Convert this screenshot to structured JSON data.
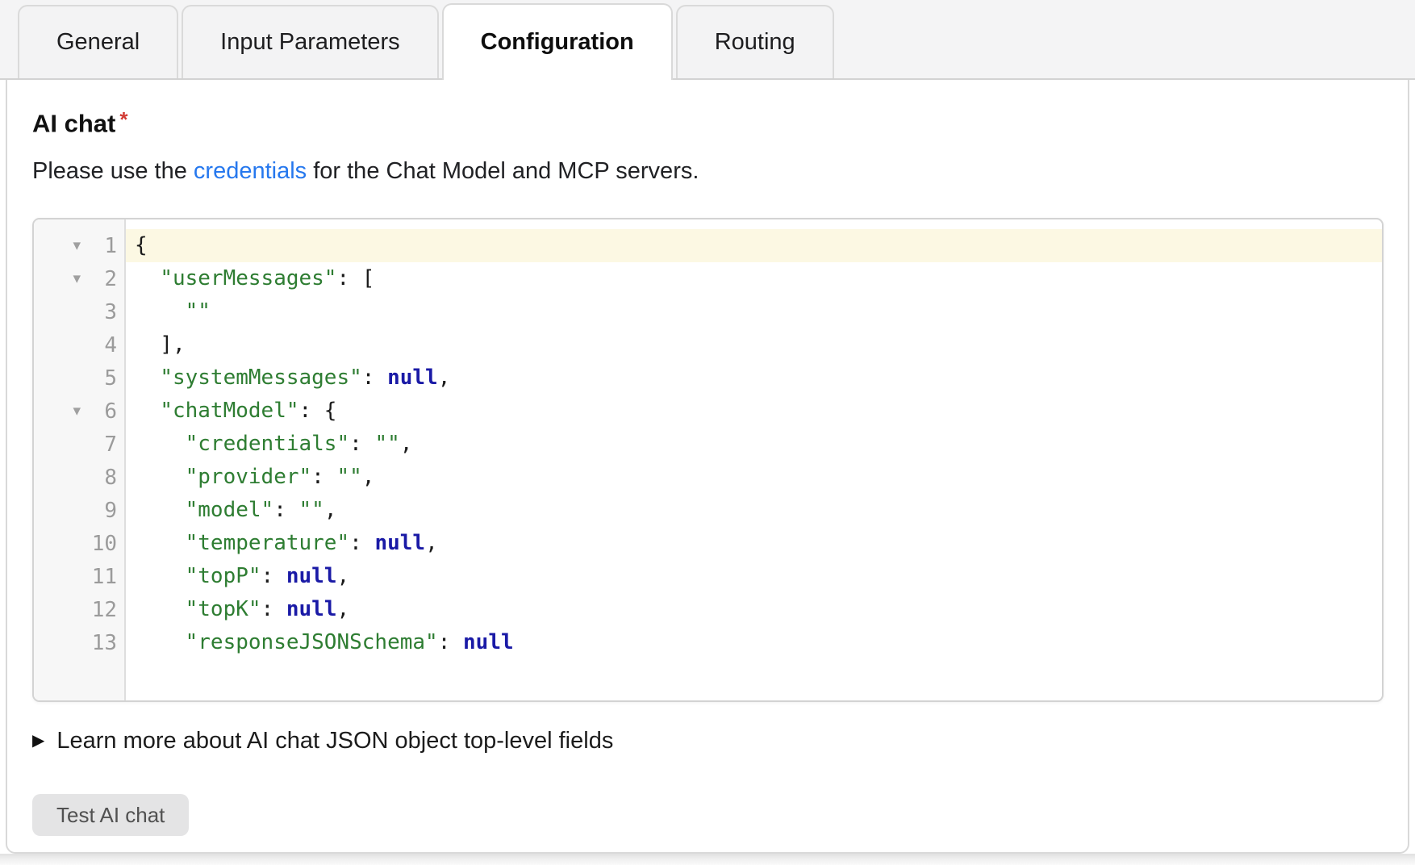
{
  "tabs": [
    {
      "label": "General",
      "active": false
    },
    {
      "label": "Input Parameters",
      "active": false
    },
    {
      "label": "Configuration",
      "active": true
    },
    {
      "label": "Routing",
      "active": false
    }
  ],
  "form": {
    "field_label": "AI chat",
    "required_marker": "*",
    "description": {
      "prefix": "Please use the ",
      "link_text": "credentials",
      "suffix": " for the Chat Model and MCP servers."
    },
    "learn_more_marker": "▶",
    "learn_more_label": "Learn more about AI chat JSON object top-level fields",
    "test_button_label": "Test AI chat"
  },
  "editor": {
    "fold_icon": "▾",
    "lines": [
      {
        "num": "1",
        "fold": true,
        "active": true,
        "tokens": [
          {
            "type": "punc",
            "text": "{"
          }
        ]
      },
      {
        "num": "2",
        "fold": true,
        "active": false,
        "tokens": [
          {
            "type": "punc",
            "text": "  "
          },
          {
            "type": "key",
            "text": "\"userMessages\""
          },
          {
            "type": "punc",
            "text": ": ["
          }
        ]
      },
      {
        "num": "3",
        "fold": false,
        "active": false,
        "tokens": [
          {
            "type": "punc",
            "text": "    "
          },
          {
            "type": "str",
            "text": "\"\""
          }
        ]
      },
      {
        "num": "4",
        "fold": false,
        "active": false,
        "tokens": [
          {
            "type": "punc",
            "text": "  ],"
          }
        ]
      },
      {
        "num": "5",
        "fold": false,
        "active": false,
        "tokens": [
          {
            "type": "punc",
            "text": "  "
          },
          {
            "type": "key",
            "text": "\"systemMessages\""
          },
          {
            "type": "punc",
            "text": ": "
          },
          {
            "type": "null",
            "text": "null"
          },
          {
            "type": "punc",
            "text": ","
          }
        ]
      },
      {
        "num": "6",
        "fold": true,
        "active": false,
        "tokens": [
          {
            "type": "punc",
            "text": "  "
          },
          {
            "type": "key",
            "text": "\"chatModel\""
          },
          {
            "type": "punc",
            "text": ": {"
          }
        ]
      },
      {
        "num": "7",
        "fold": false,
        "active": false,
        "tokens": [
          {
            "type": "punc",
            "text": "    "
          },
          {
            "type": "key",
            "text": "\"credentials\""
          },
          {
            "type": "punc",
            "text": ": "
          },
          {
            "type": "str",
            "text": "\"\""
          },
          {
            "type": "punc",
            "text": ","
          }
        ]
      },
      {
        "num": "8",
        "fold": false,
        "active": false,
        "tokens": [
          {
            "type": "punc",
            "text": "    "
          },
          {
            "type": "key",
            "text": "\"provider\""
          },
          {
            "type": "punc",
            "text": ": "
          },
          {
            "type": "str",
            "text": "\"\""
          },
          {
            "type": "punc",
            "text": ","
          }
        ]
      },
      {
        "num": "9",
        "fold": false,
        "active": false,
        "tokens": [
          {
            "type": "punc",
            "text": "    "
          },
          {
            "type": "key",
            "text": "\"model\""
          },
          {
            "type": "punc",
            "text": ": "
          },
          {
            "type": "str",
            "text": "\"\""
          },
          {
            "type": "punc",
            "text": ","
          }
        ]
      },
      {
        "num": "10",
        "fold": false,
        "active": false,
        "tokens": [
          {
            "type": "punc",
            "text": "    "
          },
          {
            "type": "key",
            "text": "\"temperature\""
          },
          {
            "type": "punc",
            "text": ": "
          },
          {
            "type": "null",
            "text": "null"
          },
          {
            "type": "punc",
            "text": ","
          }
        ]
      },
      {
        "num": "11",
        "fold": false,
        "active": false,
        "tokens": [
          {
            "type": "punc",
            "text": "    "
          },
          {
            "type": "key",
            "text": "\"topP\""
          },
          {
            "type": "punc",
            "text": ": "
          },
          {
            "type": "null",
            "text": "null"
          },
          {
            "type": "punc",
            "text": ","
          }
        ]
      },
      {
        "num": "12",
        "fold": false,
        "active": false,
        "tokens": [
          {
            "type": "punc",
            "text": "    "
          },
          {
            "type": "key",
            "text": "\"topK\""
          },
          {
            "type": "punc",
            "text": ": "
          },
          {
            "type": "null",
            "text": "null"
          },
          {
            "type": "punc",
            "text": ","
          }
        ]
      },
      {
        "num": "13",
        "fold": false,
        "active": false,
        "tokens": [
          {
            "type": "punc",
            "text": "    "
          },
          {
            "type": "key",
            "text": "\"responseJSONSchema\""
          },
          {
            "type": "punc",
            "text": ": "
          },
          {
            "type": "null",
            "text": "null"
          }
        ]
      }
    ]
  },
  "colors": {
    "link_blue": "#2678ee",
    "required_red": "#d23b34",
    "token_green": "#2e7d32",
    "token_null_navy": "#1a1aa6",
    "active_line_bg": "#fcf8e3",
    "strip_bg": "#f4f4f5",
    "panel_border": "#d9d9d9"
  }
}
